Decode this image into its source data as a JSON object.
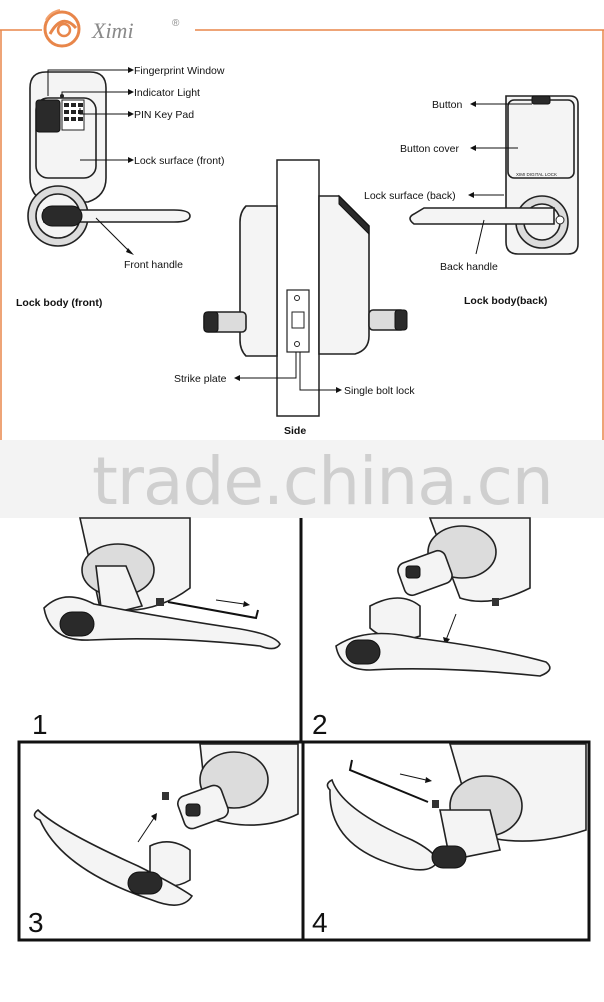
{
  "brand": {
    "logo_text": "Ximi",
    "registered_mark": "®",
    "accent": "#e8864a"
  },
  "labels": {
    "fingerprint_window": "Fingerprint Window",
    "indicator_light": "Indicator Light",
    "pin_key_pad": "PIN Key Pad",
    "lock_surface_front": "Lock surface (front)",
    "front_handle": "Front handle",
    "lock_body_front": "Lock body (front)",
    "button": "Button",
    "button_cover": "Button cover",
    "lock_surface_back": "Lock surface (back)",
    "back_handle": "Back handle",
    "lock_body_back": "Lock body(back)",
    "strike_plate": "Strike plate",
    "single_bolt_lock": "Single bolt lock",
    "side": "Side"
  },
  "watermark": "trade.china.cn",
  "steps": [
    "1",
    "2",
    "3",
    "4"
  ],
  "colors": {
    "border": "#e8864a",
    "grid": "#111111"
  }
}
